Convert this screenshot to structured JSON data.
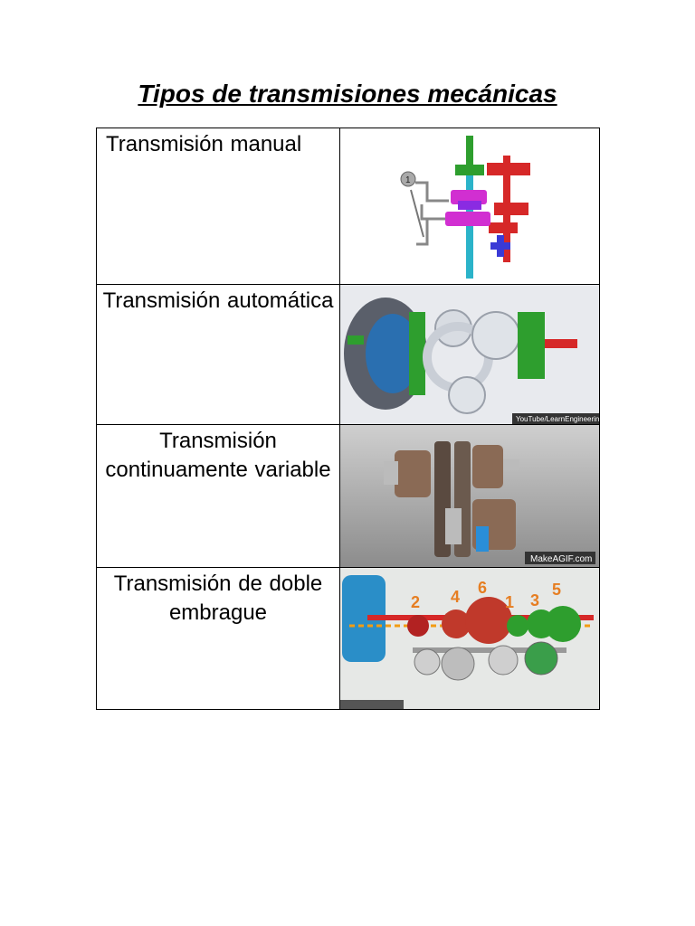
{
  "title": "Tipos de transmisiones mecánicas",
  "rows": [
    {
      "label": "Transmisión manual",
      "image": "manual-gearbox-diagram"
    },
    {
      "label": "Transmisión automática",
      "image": "automatic-transmission-render"
    },
    {
      "label": "Transmisión continuamente variable",
      "image": "cvt-pulleys-render",
      "watermark": "MakeAGIF.com"
    },
    {
      "label": "Transmisión de doble embrague",
      "image": "dual-clutch-render",
      "gear_numbers": [
        "2",
        "4",
        "6",
        "1",
        "3",
        "5"
      ]
    }
  ],
  "row2_watermark": "YouTube/LearnEngineering",
  "colors": {
    "green": "#2e9e2e",
    "red": "#d62828",
    "magenta": "#d12fd1",
    "blue": "#3a6fd6"
  }
}
